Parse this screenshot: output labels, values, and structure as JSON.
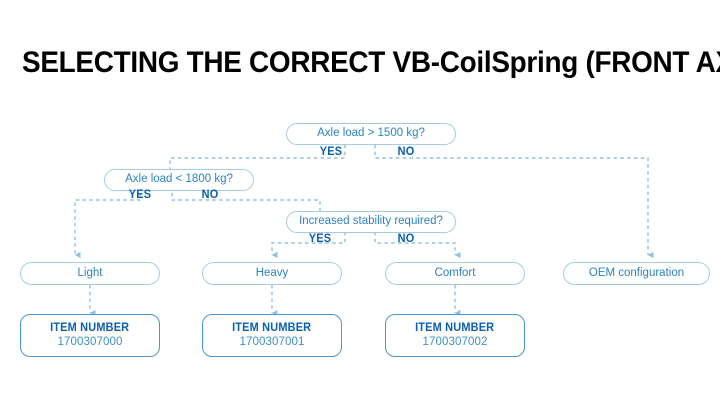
{
  "page": {
    "title": "SELECTING THE CORRECT VB-CoilSpring (FRONT AXLE)",
    "background_color": "#ffffff",
    "title_color": "#000000",
    "accent_color": "#2e83c6",
    "label_color": "#0a5fb0",
    "line_color": "#8fc0e4",
    "node_border_color": "#a8cbe8",
    "item_border_color": "#4a97d2"
  },
  "flowchart": {
    "type": "decision-tree",
    "decisions": [
      {
        "id": "d1",
        "question": "Axle load > 1500 kg?",
        "yes_label": "YES",
        "no_label": "NO",
        "yes_target": "d2",
        "no_target": "r4"
      },
      {
        "id": "d2",
        "question": "Axle load < 1800 kg?",
        "yes_label": "YES",
        "no_label": "NO",
        "yes_target": "r1",
        "no_target": "d3"
      },
      {
        "id": "d3",
        "question": "Increased stability required?",
        "yes_label": "YES",
        "no_label": "NO",
        "yes_target": "r2",
        "no_target": "r3"
      }
    ],
    "results": [
      {
        "id": "r1",
        "label": "Light",
        "item_title": "ITEM NUMBER",
        "item_value": "1700307000"
      },
      {
        "id": "r2",
        "label": "Heavy",
        "item_title": "ITEM NUMBER",
        "item_value": "1700307001"
      },
      {
        "id": "r3",
        "label": "Comfort",
        "item_title": "ITEM NUMBER",
        "item_value": "1700307002"
      },
      {
        "id": "r4",
        "label": "OEM configuration",
        "item_title": null,
        "item_value": null
      }
    ]
  }
}
